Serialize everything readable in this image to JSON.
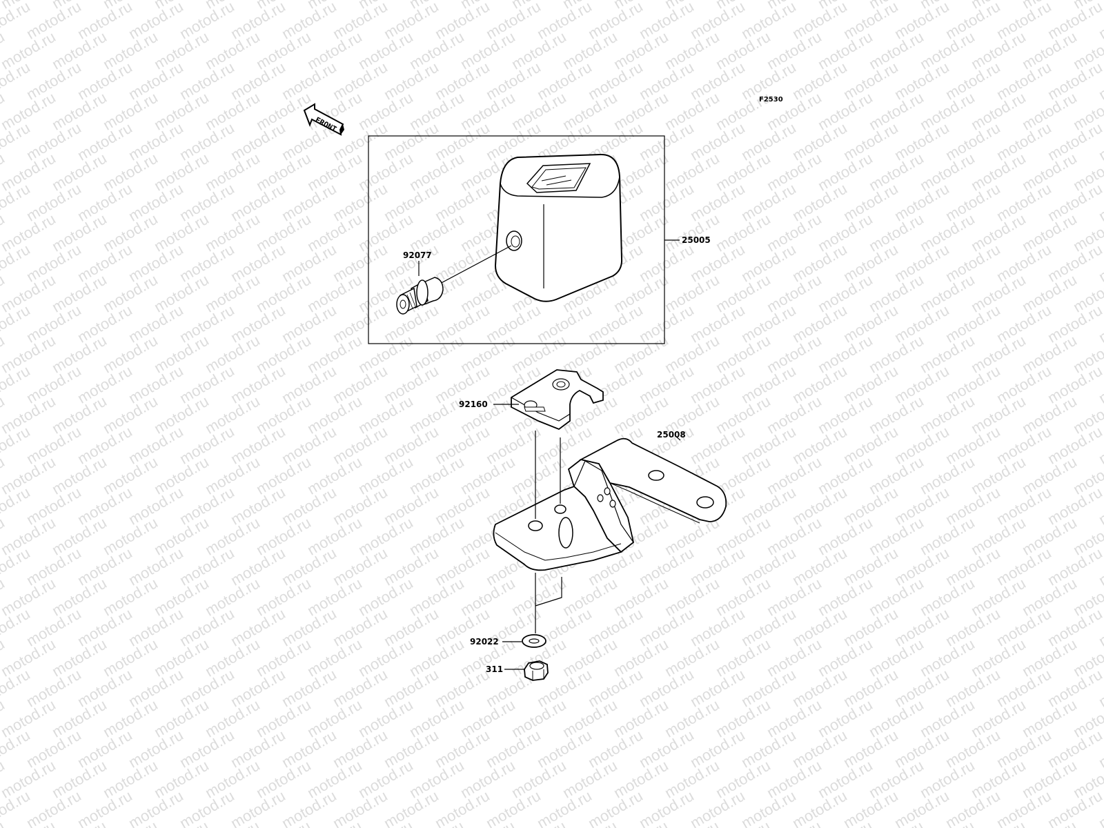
{
  "diagram_code": "F2530",
  "front_label": "FRONT",
  "watermark_text": "motod.ru",
  "parts": {
    "p25005": "25005",
    "p92077": "92077",
    "p92160": "92160",
    "p25008": "25008",
    "p92022": "92022",
    "p311": "311"
  }
}
